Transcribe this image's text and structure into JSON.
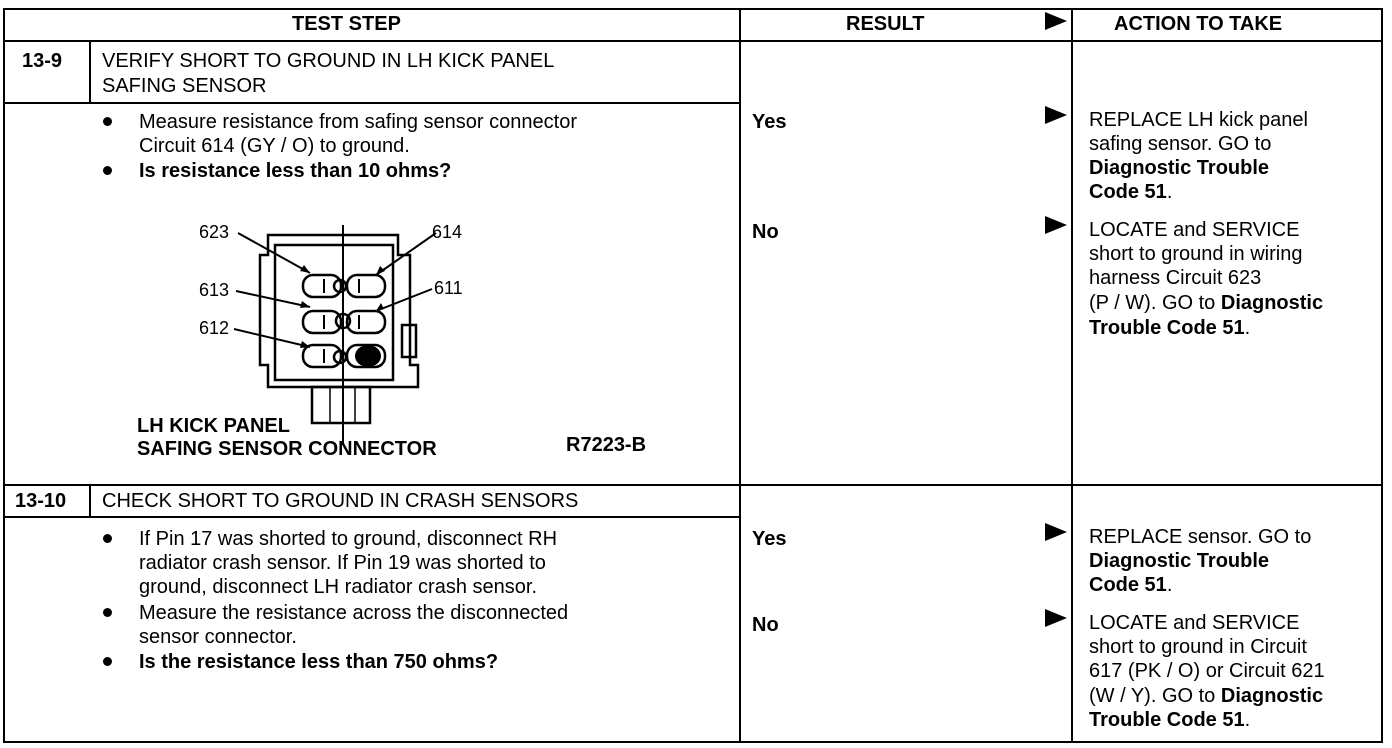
{
  "header": {
    "test_step": "TEST STEP",
    "result": "RESULT",
    "action": "ACTION TO TAKE"
  },
  "step1": {
    "number": "13-9",
    "title_line1": "VERIFY SHORT TO GROUND IN LH KICK PANEL",
    "title_line2": "SAFING SENSOR",
    "bullet1_line1": "Measure resistance from safing sensor connector",
    "bullet1_line2": "Circuit 614 (GY / O) to ground.",
    "bullet2": "Is resistance less than 10 ohms?",
    "diagram": {
      "pin_623": "623",
      "pin_614": "614",
      "pin_613": "613",
      "pin_611": "611",
      "pin_612": "612",
      "caption_line1": "LH KICK PANEL",
      "caption_line2": "SAFING SENSOR CONNECTOR",
      "figure_id": "R7223-B"
    },
    "result_yes": "Yes",
    "result_no": "No",
    "action_yes": {
      "line1": "REPLACE LH kick panel",
      "line2": "safing sensor. GO to",
      "line3": "Diagnostic Trouble",
      "line4": "Code 51",
      "line4_end": "."
    },
    "action_no": {
      "line1": "LOCATE and SERVICE",
      "line2": "short to ground in wiring",
      "line3": "harness Circuit 623",
      "line4_a": "(P / W). GO to ",
      "line4_b": "Diagnostic",
      "line5": "Trouble Code 51",
      "line5_end": "."
    }
  },
  "step2": {
    "number": "13-10",
    "title": "CHECK SHORT TO GROUND IN CRASH SENSORS",
    "bullet1_line1": "If Pin 17 was shorted to ground, disconnect RH",
    "bullet1_line2": "radiator crash sensor. If Pin 19 was shorted to",
    "bullet1_line3": "ground, disconnect LH radiator crash sensor.",
    "bullet2_line1": "Measure the resistance across the disconnected",
    "bullet2_line2": "sensor connector.",
    "bullet3": "Is the resistance less than 750 ohms?",
    "result_yes": "Yes",
    "result_no": "No",
    "action_yes": {
      "line1": "REPLACE sensor. GO to",
      "line2": "Diagnostic Trouble",
      "line3": "Code 51",
      "line3_end": "."
    },
    "action_no": {
      "line1": "LOCATE and SERVICE",
      "line2": "short to ground in Circuit",
      "line3": "617 (PK / O) or Circuit 621",
      "line4_a": "(W / Y). GO to ",
      "line4_b": "Diagnostic",
      "line5": "Trouble Code 51",
      "line5_end": "."
    }
  }
}
